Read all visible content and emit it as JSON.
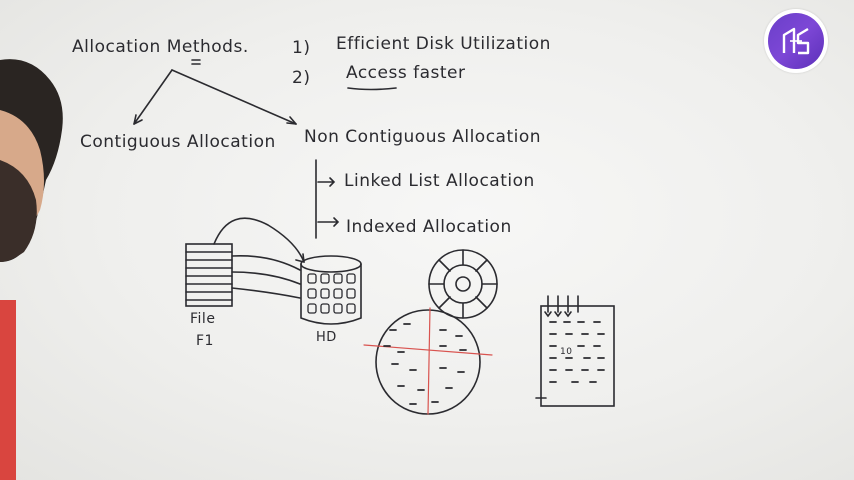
{
  "board": {
    "title": "Allocation Methods.",
    "goals": [
      {
        "num": "1)",
        "text": "Efficient Disk Utilization"
      },
      {
        "num": "2)",
        "text": "Access faster"
      }
    ],
    "contiguous": "Contiguous Allocation",
    "non_contiguous": "Non Contiguous Allocation",
    "sub_methods": [
      "Linked List Allocation",
      "Indexed Allocation"
    ],
    "file_label": "File",
    "file_sub": "F1",
    "disk_label": "HD",
    "block_number": "10"
  },
  "colors": {
    "ink": "#2b2b30",
    "accent_red": "#d9534f",
    "logo_purple": "#6a3fc9"
  },
  "icons": [
    "channel-logo-icon"
  ]
}
